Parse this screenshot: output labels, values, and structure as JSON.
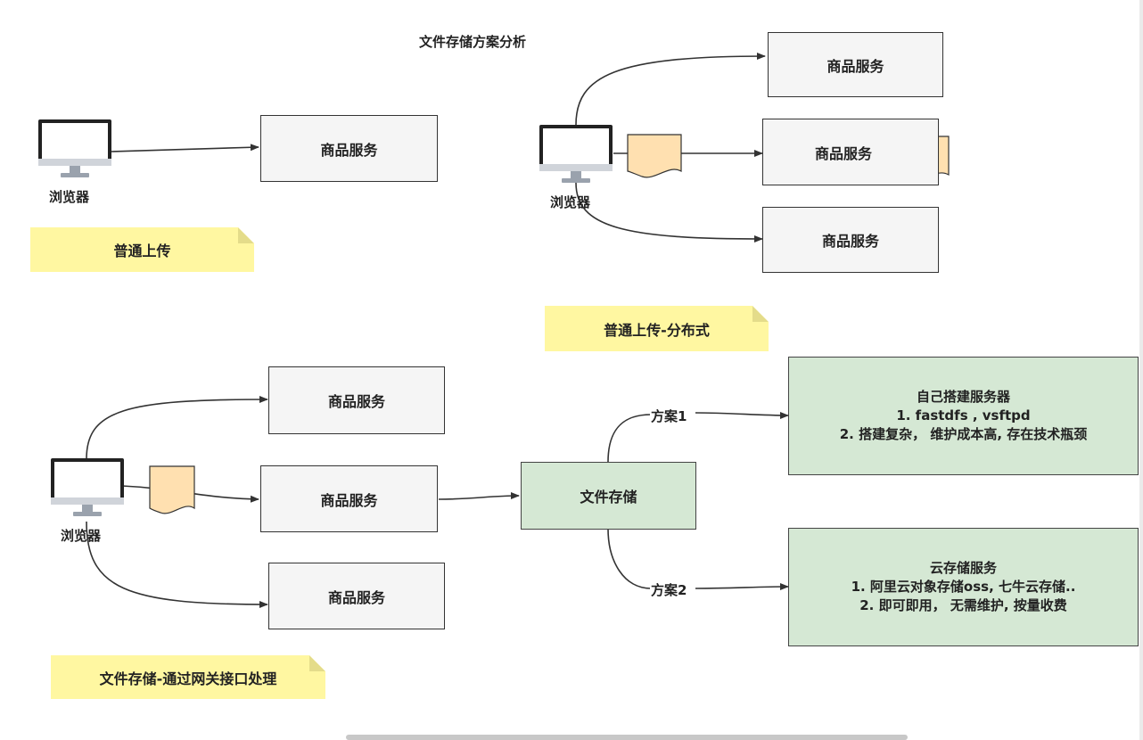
{
  "title": "文件存储方案分析",
  "browser_label": "浏览器",
  "service_label": "商品服务",
  "notes": {
    "normal_upload": "普通上传",
    "distributed_upload": "普通上传-分布式",
    "gateway_storage": "文件存储-通过网关接口处理"
  },
  "file_storage": "文件存储",
  "plans": {
    "plan1_label": "方案1",
    "plan2_label": "方案2"
  },
  "self_built": {
    "title": "自己搭建服务器",
    "line1": "1. fastdfs , vsftpd",
    "line2": "2. 搭建复杂， 维护成本高, 存在技术瓶颈"
  },
  "cloud": {
    "title": "云存储服务",
    "line1": "1. 阿里云对象存储oss, 七牛云存储..",
    "line2": "2. 即可即用， 无需维护, 按量收费"
  },
  "colors": {
    "service_fill": "#f5f5f5",
    "green_fill": "#d5e8d4",
    "note_fill": "#fff7a1",
    "document_fill": "#ffe0b0"
  }
}
